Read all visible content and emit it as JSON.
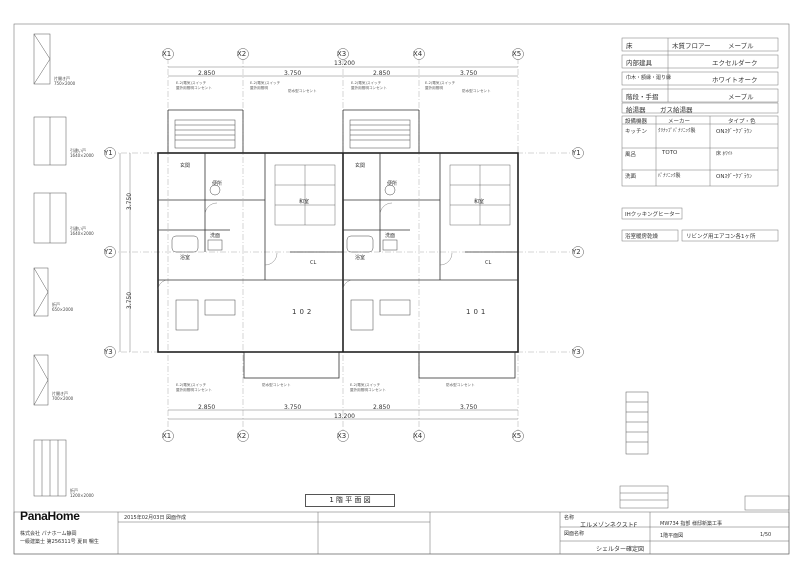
{
  "sheet": {
    "drawing_title": "1 階 平 面 図",
    "brand": "PanaHome",
    "grid_axes": {
      "x": [
        "X1",
        "X2",
        "X3",
        "X4",
        "X5"
      ],
      "y": [
        "Y1",
        "Y2",
        "Y3"
      ]
    },
    "dims": {
      "top_segments": [
        "2.850",
        "3.750",
        "2.850",
        "3.750"
      ],
      "top_total": "13.200",
      "bottom_segments": [
        "2.850",
        "3.750",
        "2.850",
        "3.750"
      ],
      "bottom_total": "13.200",
      "left_segments": [
        "3.750",
        "3.750"
      ]
    },
    "units": [
      "102",
      "101"
    ],
    "rooms": {
      "washitsu": "和室",
      "genkan": "玄関",
      "cl": "CL",
      "washlabel": "洗面",
      "bath": "浴室",
      "toilet": "便所"
    },
    "spec": {
      "rows": [
        {
          "label": "床",
          "value": "木質フロアー",
          "value2": "メープル"
        },
        {
          "label": "内部建具",
          "value": "",
          "value2": "エクセルダーク"
        },
        {
          "label": "巾木・額縁・廻り縁",
          "value": "",
          "value2": "ホワイトオーク"
        },
        {
          "label": "階段・手摺",
          "value": "",
          "value2": "メープル"
        }
      ],
      "gas_label": "給湯器",
      "gas_value": "ガス給湯器",
      "equip_header": [
        "設備機器",
        "メーカー",
        "タイプ・色"
      ],
      "equip": [
        {
          "item": "キッチン",
          "maker": "ｸﾘﾅｯﾌﾟﾊﾟﾅｿﾆｯｸ製",
          "type": "ONｽﾀﾞｰｸﾌﾞﾗｳﾝ"
        },
        {
          "item": "風呂",
          "maker": "TOTO",
          "type": "床 ﾎﾜｲﾄ"
        },
        {
          "item": "洗面",
          "maker": "ﾊﾟﾅｿﾆｯｸ製",
          "type": "ONｽﾀﾞｰｸﾌﾞﾗｳﾝ"
        }
      ],
      "notes": [
        "IHクッキングヒーター",
        "浴室暖房乾燥",
        "リビング用エアコン各1ヶ所"
      ]
    },
    "footer": {
      "company_line1": "株式会社 パナホーム静岡",
      "company_line2": "一級建築士 第256311号 夏目 暢生",
      "date_note": "2015年02月03日 図面作成",
      "project_label": "名称",
      "project_name": "エルメゾンネクストF",
      "project_sub": "MW734 指部 様邸新築工事",
      "drawing_label": "図面名称",
      "drawing_name": "1階平面図",
      "scale": "1/50",
      "shelter": "シェルター確定図"
    }
  }
}
